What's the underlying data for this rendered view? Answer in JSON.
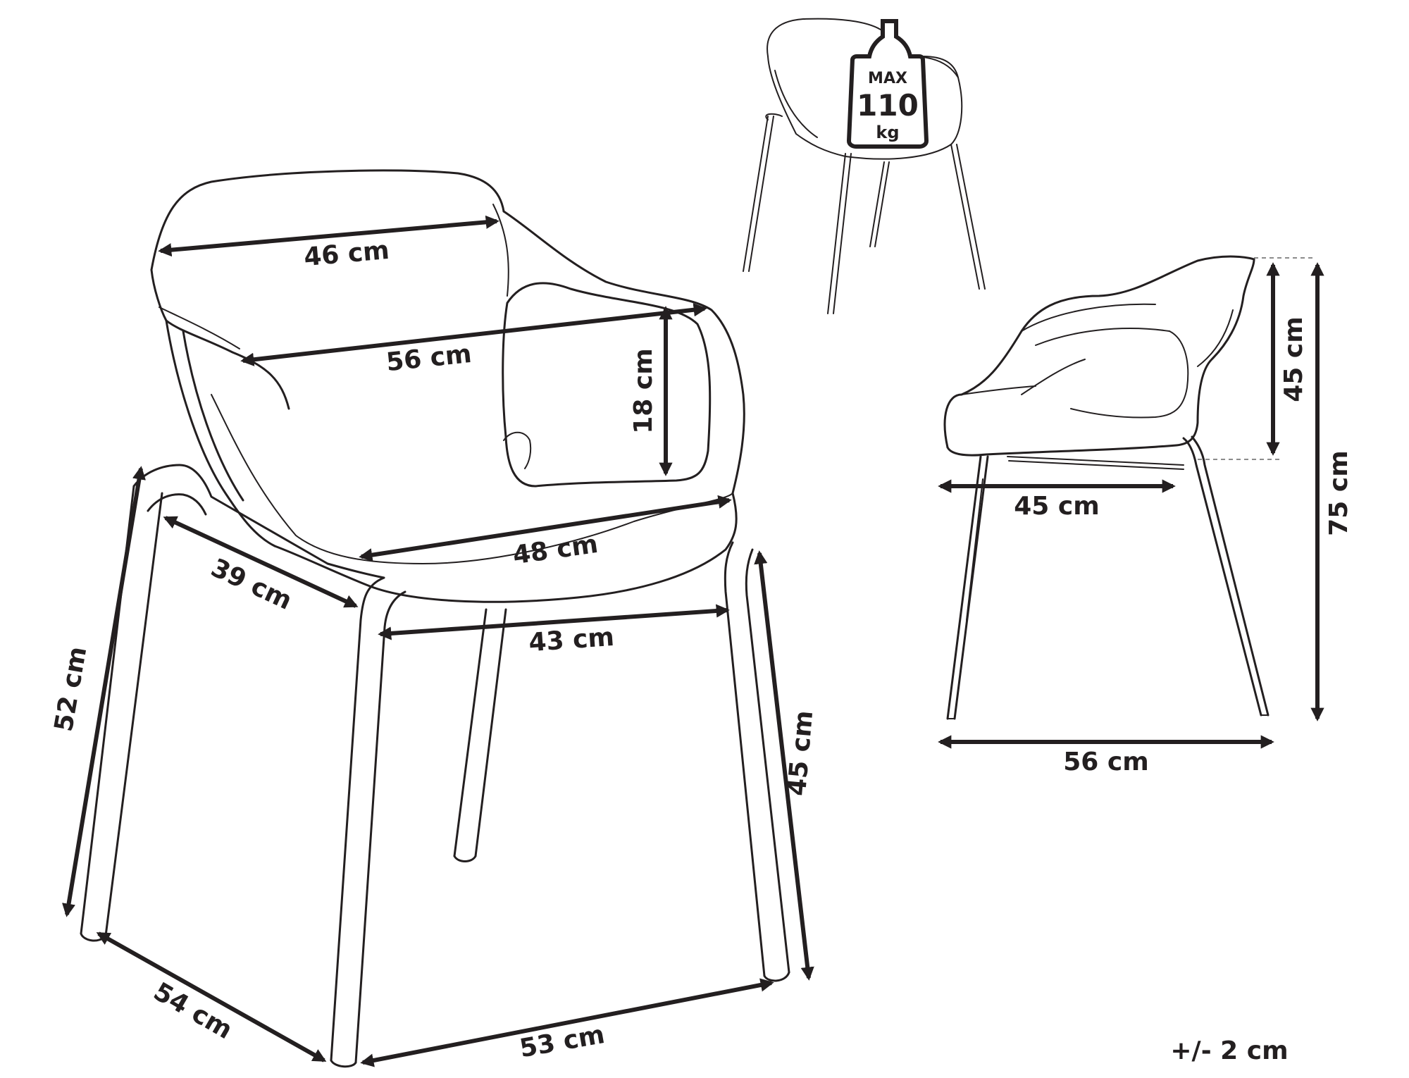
{
  "colors": {
    "ink": "#231f20",
    "background": "#ffffff"
  },
  "icons": {
    "weight": "weight-icon"
  },
  "weight_badge": {
    "line1": "MAX",
    "line2": "110",
    "line3": "kg"
  },
  "tolerance": "+/- 2 cm",
  "dimensions": {
    "back_width": "46 cm",
    "arm_width": "56 cm",
    "arm_height": "18 cm",
    "seat_front_width": "48 cm",
    "seat_depth": "39 cm",
    "leg_span_front": "43 cm",
    "overall_back_height": "52 cm",
    "seat_height_front": "45 cm",
    "base_depth": "54 cm",
    "base_width": "53 cm",
    "side_seat_depth": "45 cm",
    "side_overall_depth": "56 cm",
    "side_seat_height": "45 cm",
    "side_total_height": "75 cm"
  }
}
